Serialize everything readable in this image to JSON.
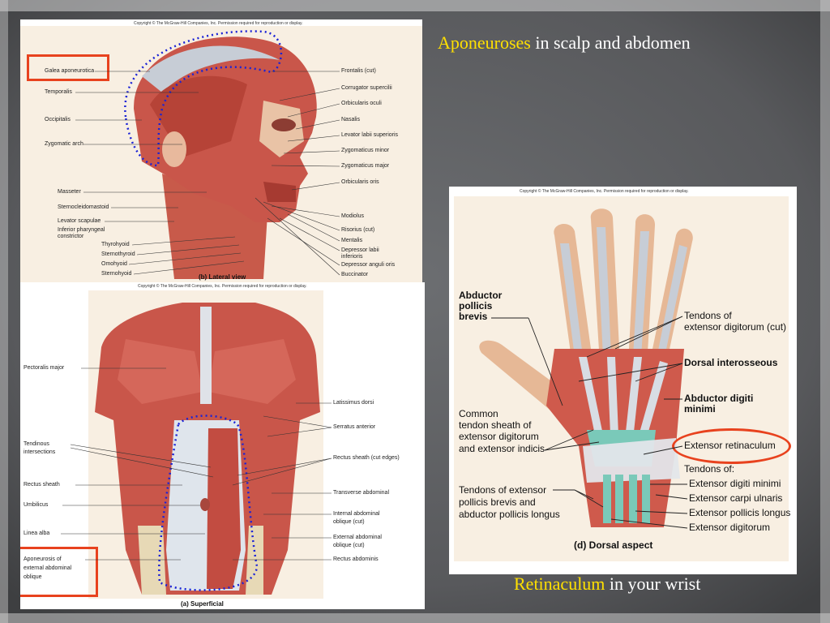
{
  "colors": {
    "accent_yellow": "#ffe000",
    "highlight_red": "#e8421e",
    "dotted_blue": "#1a22d6"
  },
  "captions": {
    "top_hl": "Aponeuroses",
    "top_rest": " in scalp and abdomen",
    "bottom_hl": "Retinaculum",
    "bottom_rest": " in your wrist"
  },
  "head": {
    "copyright": "Copyright © The McGraw-Hill Companies, Inc. Permission required for reproduction or display.",
    "caption": "(b) Lateral view",
    "left_labels": [
      "Galea aponeurotica",
      "Temporalis",
      "Occipitalis",
      "Zygomatic arch",
      "Masseter",
      "Sternocleidomastoid",
      "Levator scapulae",
      "Inferior pharyngeal",
      "constrictor",
      "Thyrohyoid",
      "Sternothyroid",
      "Omohyoid",
      "Sternohyoid"
    ],
    "right_labels": [
      "Frontalis (cut)",
      "Corrugator supercilii",
      "Orbicularis oculi",
      "Nasalis",
      "Levator labii superioris",
      "Zygomaticus minor",
      "Zygomaticus major",
      "Orbicularis oris",
      "Modiolus",
      "Risorius (cut)",
      "Mentalis",
      "Depressor labii",
      "inferioris",
      "Depressor anguli oris",
      "Buccinator"
    ]
  },
  "torso": {
    "copyright": "Copyright © The McGraw-Hill Companies, Inc. Permission required for reproduction or display.",
    "caption": "(a) Superficial",
    "left_labels": [
      "Pectoralis major",
      "Tendinous",
      "intersections",
      "Rectus sheath",
      "Umbilicus",
      "Linea alba",
      "Aponeurosis of",
      "external abdominal",
      "oblique"
    ],
    "right_labels": [
      "Latissimus dorsi",
      "Serratus anterior",
      "Rectus sheath (cut edges)",
      "Transverse abdominal",
      "Internal abdominal",
      "oblique (cut)",
      "External abdominal",
      "oblique (cut)",
      "Rectus abdominis"
    ]
  },
  "hand": {
    "copyright": "Copyright © The McGraw-Hill Companies, Inc. Permission required for reproduction or display.",
    "caption": "(d)  Dorsal aspect",
    "left_labels": [
      "Abductor",
      "pollicis",
      "brevis",
      "Common",
      "tendon sheath of",
      "extensor digitorum",
      "and extensor indicis",
      "Tendons of extensor",
      "pollicis brevis and",
      "abductor pollicis longus"
    ],
    "right_labels": [
      "Tendons of",
      "extensor digitorum (cut)",
      "Dorsal interosseous",
      "Abductor digiti",
      "minimi",
      "Extensor retinaculum",
      "Tendons of:",
      "Extensor digiti minimi",
      "Extensor carpi ulnaris",
      "Extensor pollicis longus",
      "Extensor digitorum"
    ]
  }
}
